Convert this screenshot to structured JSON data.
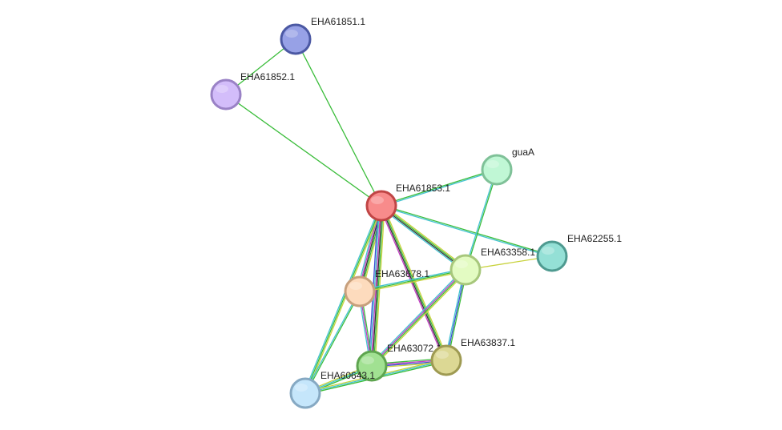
{
  "network": {
    "nodes": [
      {
        "id": "EHA61853.1",
        "label": "EHA61853.1",
        "fill": "#f88b8b",
        "stroke": "#c04545"
      },
      {
        "id": "EHA61851.1",
        "label": "EHA61851.1",
        "fill": "#97a1e6",
        "stroke": "#4b58a3"
      },
      {
        "id": "EHA61852.1",
        "label": "EHA61852.1",
        "fill": "#d3bdfa",
        "stroke": "#9a82c6"
      },
      {
        "id": "guaA",
        "label": "guaA",
        "fill": "#c0f7d5",
        "stroke": "#7fc198"
      },
      {
        "id": "EHA62255.1",
        "label": "EHA62255.1",
        "fill": "#94e0d6",
        "stroke": "#4e9a90"
      },
      {
        "id": "EHA63358.1",
        "label": "EHA63358.1",
        "fill": "#e3fbc2",
        "stroke": "#a7c77c"
      },
      {
        "id": "EHA63678.1",
        "label": "EHA63678.1",
        "fill": "#fddbbd",
        "stroke": "#c7a07d"
      },
      {
        "id": "EHA63072.1",
        "label": "EHA63072.1",
        "fill": "#a1e192",
        "stroke": "#5ea44f"
      },
      {
        "id": "EHA63837.1",
        "label": "EHA63837.1",
        "fill": "#dcd894",
        "stroke": "#9e9a52"
      },
      {
        "id": "EHA60643.1",
        "label": "EHA60643.1",
        "fill": "#c5e6fb",
        "stroke": "#86a9c3"
      }
    ],
    "edges": [
      {
        "source": "EHA61851.1",
        "target": "EHA61852.1",
        "colors": [
          "#3bbd3b"
        ]
      },
      {
        "source": "EHA61851.1",
        "target": "EHA61853.1",
        "colors": [
          "#3bbd3b"
        ]
      },
      {
        "source": "EHA61852.1",
        "target": "EHA61853.1",
        "colors": [
          "#3bbd3b"
        ]
      },
      {
        "source": "EHA61853.1",
        "target": "guaA",
        "colors": [
          "#3bbd3b",
          "#44c3d1"
        ]
      },
      {
        "source": "EHA61853.1",
        "target": "EHA62255.1",
        "colors": [
          "#3bbd3b",
          "#44c3d1"
        ]
      },
      {
        "source": "EHA61853.1",
        "target": "EHA63358.1",
        "colors": [
          "#c8d23c",
          "#3bbd3b",
          "#333333",
          "#44c3d1"
        ]
      },
      {
        "source": "EHA61853.1",
        "target": "EHA63678.1",
        "colors": [
          "#c8d23c",
          "#3bbd3b",
          "#333333",
          "#c23ec2",
          "#44c3d1"
        ]
      },
      {
        "source": "EHA61853.1",
        "target": "EHA63072.1",
        "colors": [
          "#c8d23c",
          "#3bbd3b",
          "#333333",
          "#c23ec2",
          "#44c3d1",
          "#3c52d2"
        ]
      },
      {
        "source": "EHA61853.1",
        "target": "EHA63837.1",
        "colors": [
          "#c8d23c",
          "#3bbd3b",
          "#333333",
          "#c23ec2"
        ]
      },
      {
        "source": "EHA61853.1",
        "target": "EHA60643.1",
        "colors": [
          "#c8d23c",
          "#3bbd3b",
          "#44c3d1"
        ]
      },
      {
        "source": "guaA",
        "target": "EHA63358.1",
        "colors": [
          "#3bbd3b",
          "#44c3d1"
        ]
      },
      {
        "source": "EHA63358.1",
        "target": "EHA62255.1",
        "colors": [
          "#c8d23c"
        ]
      },
      {
        "source": "EHA63358.1",
        "target": "EHA63678.1",
        "colors": [
          "#c8d23c",
          "#3bbd3b",
          "#44c3d1"
        ]
      },
      {
        "source": "EHA63358.1",
        "target": "EHA63072.1",
        "colors": [
          "#c8d23c",
          "#3bbd3b",
          "#c23ec2",
          "#44c3d1"
        ]
      },
      {
        "source": "EHA63358.1",
        "target": "EHA63837.1",
        "colors": [
          "#3bbd3b",
          "#3c52d2",
          "#44c3d1"
        ]
      },
      {
        "source": "EHA63678.1",
        "target": "EHA63072.1",
        "colors": [
          "#3bbd3b",
          "#c23ec2",
          "#44c3d1"
        ]
      },
      {
        "source": "EHA63678.1",
        "target": "EHA60643.1",
        "colors": [
          "#3bbd3b",
          "#44c3d1"
        ]
      },
      {
        "source": "EHA63072.1",
        "target": "EHA63837.1",
        "colors": [
          "#3bbd3b",
          "#c23ec2",
          "#3c52d2",
          "#c8d23c"
        ]
      },
      {
        "source": "EHA63072.1",
        "target": "EHA60643.1",
        "colors": [
          "#3bbd3b",
          "#44c3d1",
          "#c8d23c"
        ]
      },
      {
        "source": "EHA63837.1",
        "target": "EHA60643.1",
        "colors": [
          "#3bbd3b",
          "#44c3d1",
          "#c8d23c"
        ]
      }
    ]
  }
}
